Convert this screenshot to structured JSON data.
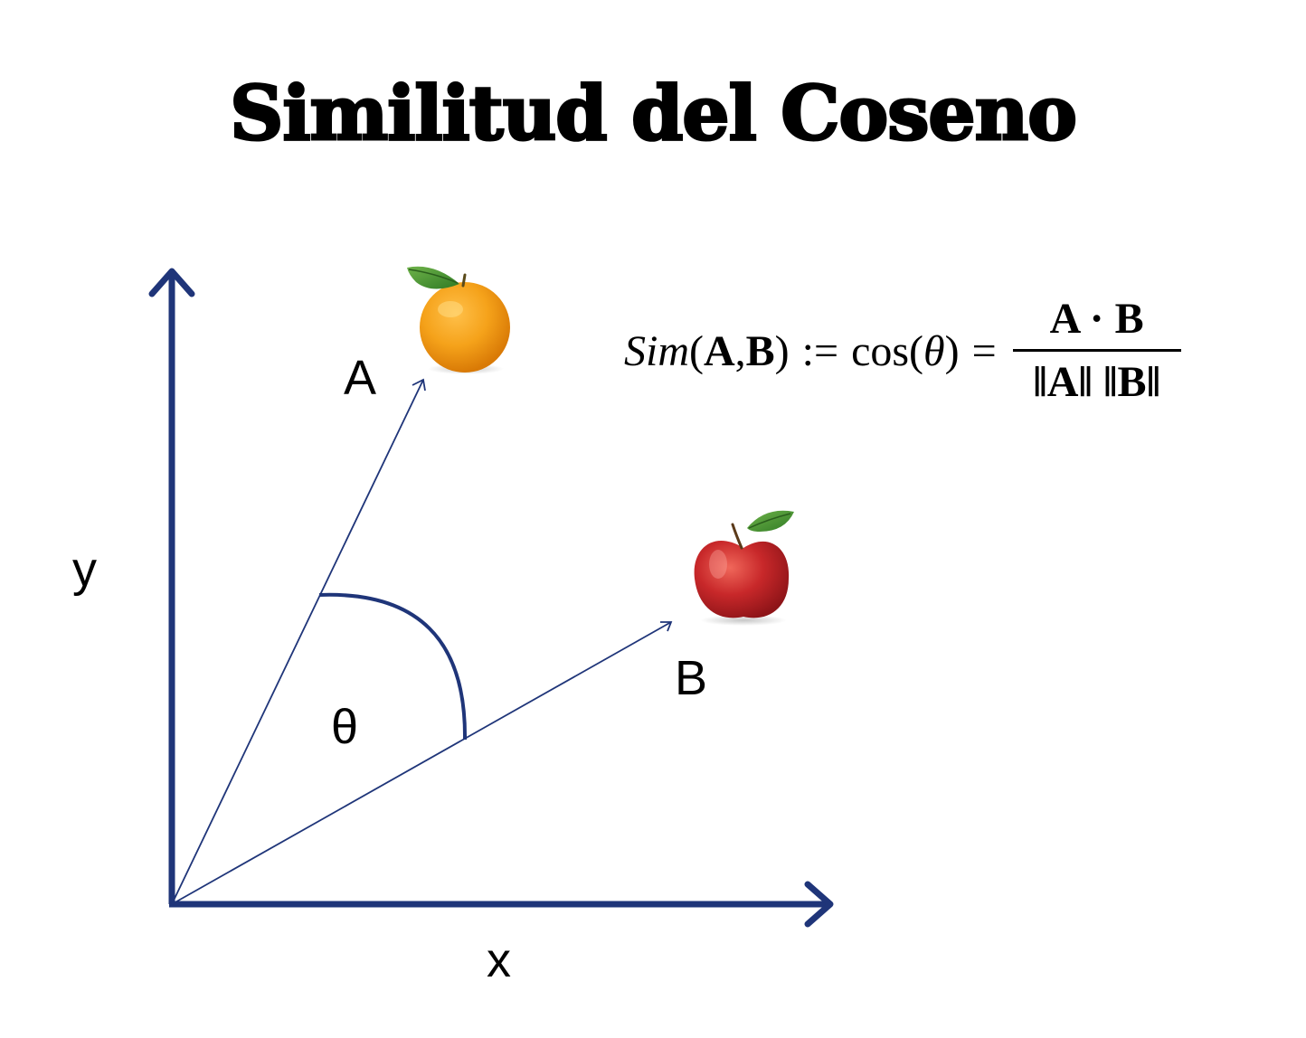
{
  "title": "Similitud del Coseno",
  "labels": {
    "axis_y": "y",
    "axis_x": "x",
    "vector_a": "A",
    "vector_b": "B",
    "angle": "θ"
  },
  "formula": {
    "lhs_func": "Sim",
    "lhs_open": "(",
    "lhs_a": "A",
    "lhs_comma": ", ",
    "lhs_b": "B",
    "lhs_close": ")",
    "assign": ":=",
    "cos": "cos(",
    "theta": "θ",
    "cos_close": ")",
    "equals": "=",
    "numerator": "A · B",
    "denominator": "‖A‖ ‖B‖"
  },
  "colors": {
    "axis": "#1f3579",
    "vector": "#1f3579",
    "orange": "#f39a12",
    "apple": "#c8282a",
    "leaf": "#3f8a2c"
  },
  "icons": {
    "vector_a_icon": "orange-fruit",
    "vector_b_icon": "red-apple"
  }
}
